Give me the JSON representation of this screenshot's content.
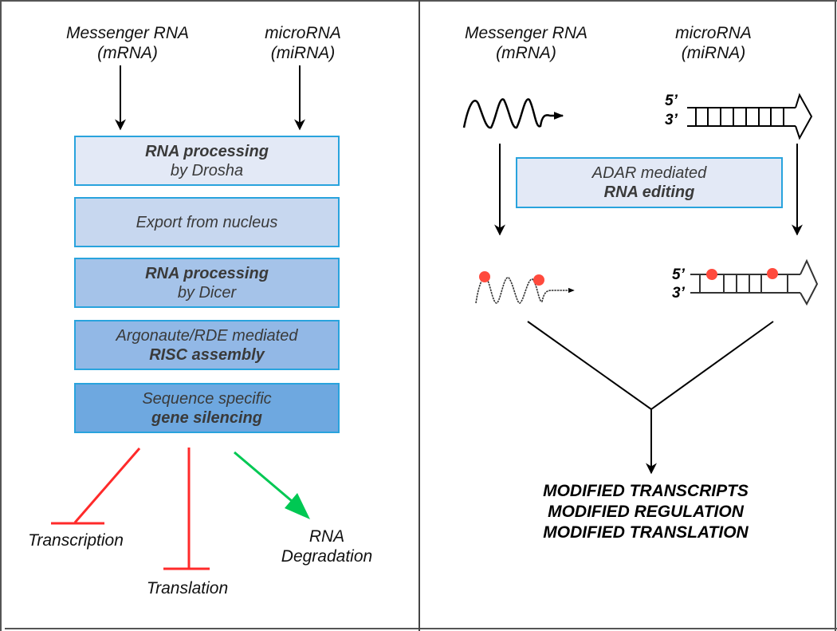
{
  "left_panel": {
    "inputs": [
      {
        "line1": "Messenger RNA",
        "line2": "(mRNA)"
      },
      {
        "line1": "microRNA",
        "line2": "(miRNA)"
      }
    ],
    "steps": [
      {
        "bold": "RNA processing",
        "plain": "by Drosha",
        "order": "bold-first",
        "fill": "#e3e9f6"
      },
      {
        "bold": "",
        "plain": "Export from nucleus",
        "order": "plain-only",
        "fill": "#c7d7ef"
      },
      {
        "bold": "RNA processing",
        "plain": "by Dicer",
        "order": "bold-first",
        "fill": "#a5c3e9"
      },
      {
        "bold": "RISC assembly",
        "plain": "Argonaute/RDE mediated",
        "order": "plain-first",
        "fill": "#92b8e6"
      },
      {
        "bold": "gene silencing",
        "plain": "Sequence specific",
        "order": "plain-first",
        "fill": "#6ea8e0"
      }
    ],
    "effects": [
      {
        "label": "Transcription",
        "type": "inhibition",
        "color": "#ff2a2a"
      },
      {
        "label": "Translation",
        "type": "inhibition",
        "color": "#ff2a2a"
      },
      {
        "label_line1": "RNA",
        "label_line2": "Degradation",
        "type": "activation",
        "color": "#00c853"
      }
    ]
  },
  "right_panel": {
    "inputs": [
      {
        "line1": "Messenger RNA",
        "line2": "(mRNA)"
      },
      {
        "line1": "microRNA",
        "line2": "(miRNA)"
      }
    ],
    "strand_labels": {
      "five_prime": "5’",
      "three_prime": "3’"
    },
    "editing_box": {
      "plain": "ADAR mediated",
      "bold": "RNA editing",
      "fill": "#e3e9f6"
    },
    "edit_site_color": "#ff4a3d",
    "outcomes": [
      "MODIFIED TRANSCRIPTS",
      "MODIFIED REGULATION",
      "MODIFIED TRANSLATION"
    ]
  }
}
